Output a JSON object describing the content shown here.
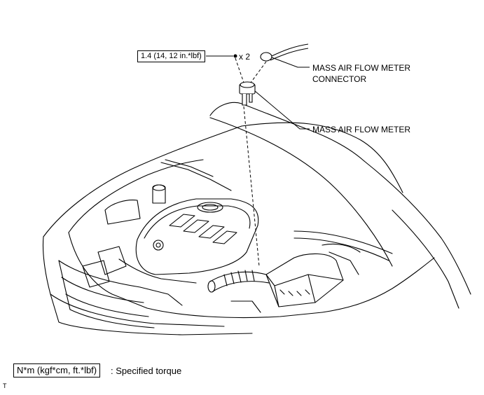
{
  "torque_spec": {
    "value": "1.4 (14, 12 in.*lbf)",
    "quantity": "x 2"
  },
  "callouts": {
    "connector": {
      "line1": "MASS AIR FLOW METER",
      "line2": "CONNECTOR"
    },
    "meter": {
      "line1": "MASS AIR FLOW METER"
    }
  },
  "legend": {
    "unit_box": "N*m (kgf*cm, ft.*lbf)",
    "description": ": Specified torque"
  },
  "figure_code": "T"
}
